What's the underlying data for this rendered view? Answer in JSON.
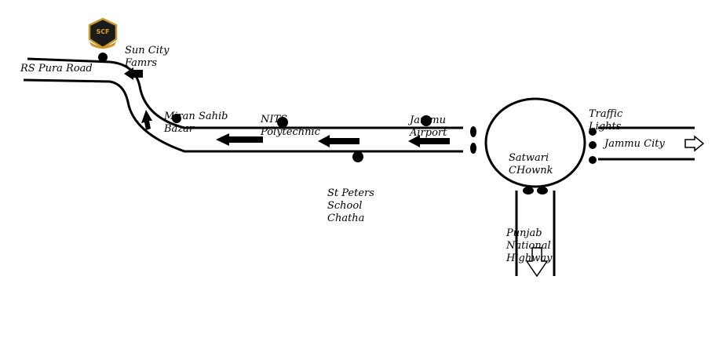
{
  "logo": {
    "text": "SCF",
    "gold": "#c9972b",
    "dark": "#1b1b1b"
  },
  "places": {
    "sun_city": [
      "Sun City",
      "Famrs"
    ],
    "rs_pura": "RS Pura Road",
    "miran_sahib": [
      "Miran Sahib",
      "Bazar"
    ],
    "nits": [
      "NITS",
      "Polytechnic"
    ],
    "jammu_airport": [
      "Jammu",
      "Airport"
    ],
    "traffic_lights": [
      "Traffic",
      "Lights"
    ],
    "satwari": [
      "Satwari",
      "CHownk"
    ],
    "jammu_city": "Jammu City",
    "st_peters": [
      "St Peters",
      "School",
      "Chatha"
    ],
    "punjab_highway": [
      "Punjab",
      "National",
      "Highway"
    ]
  },
  "colors": {
    "ink": "#000000",
    "paper": "#ffffff"
  }
}
